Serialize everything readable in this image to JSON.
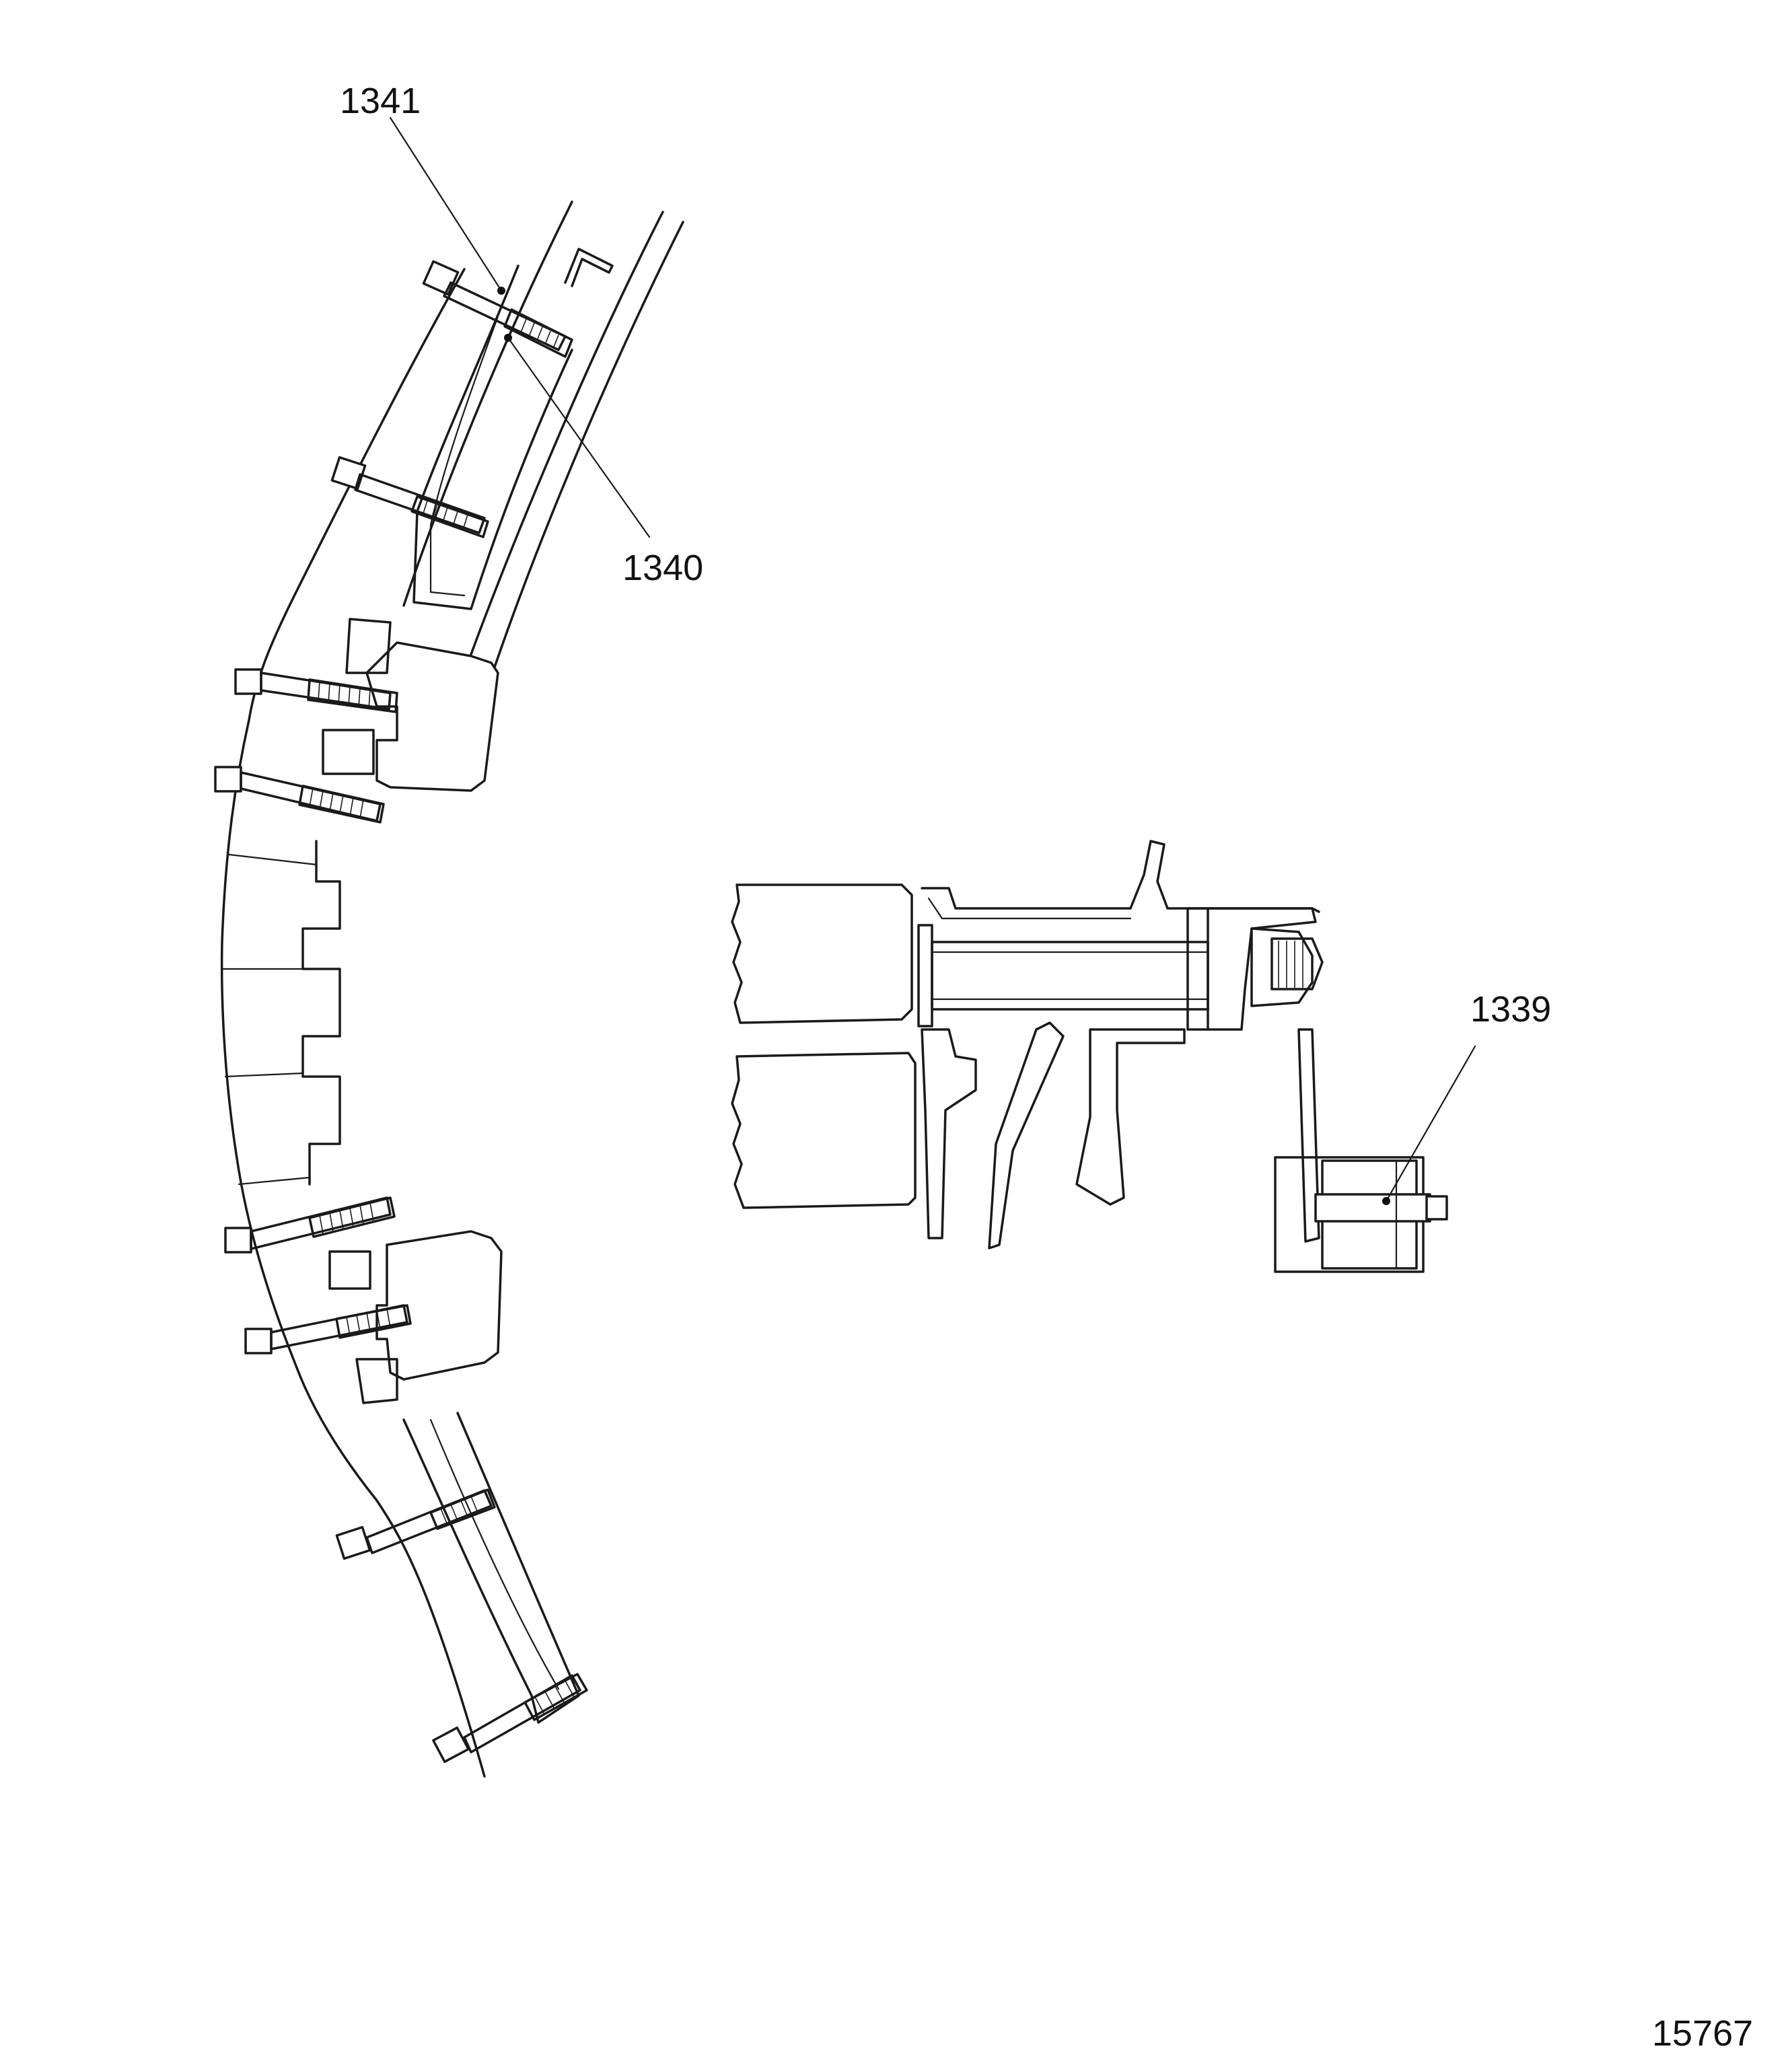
{
  "callouts": [
    {
      "id": "c1341",
      "text": "1341"
    },
    {
      "id": "c1340",
      "text": "1340"
    },
    {
      "id": "c1339",
      "text": "1339"
    }
  ],
  "figure_number": "15767",
  "colors": {
    "ink": "#1a1a1a",
    "background": "#ffffff"
  }
}
